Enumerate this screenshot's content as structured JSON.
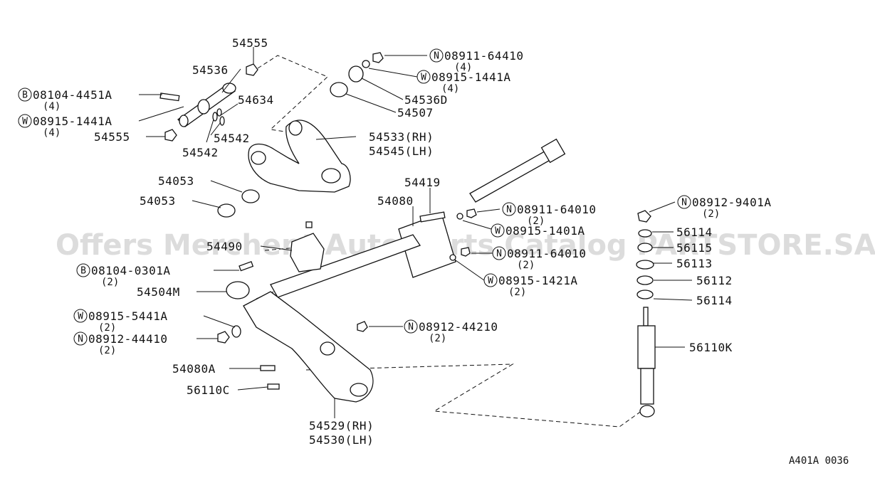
{
  "diagram": {
    "watermark": "Offers Merchent Auto Parts Catalog PARTSTORE.SA",
    "code": "A401A 0036",
    "labels": [
      {
        "id": "l1",
        "text": "54555"
      },
      {
        "id": "l2",
        "text": "54536"
      },
      {
        "id": "l3",
        "badge": "B",
        "text": "08104-4451A",
        "qty": "(4)"
      },
      {
        "id": "l4",
        "text": "54634"
      },
      {
        "id": "l5",
        "badge": "W",
        "text": "08915-1441A",
        "qty": "(4)"
      },
      {
        "id": "l6",
        "text": "54555"
      },
      {
        "id": "l7",
        "text": "54542"
      },
      {
        "id": "l8",
        "text": "54542"
      },
      {
        "id": "l9",
        "badge": "N",
        "text": "08911-64410",
        "qty": "(4)"
      },
      {
        "id": "l10",
        "badge": "W",
        "text": "08915-1441A",
        "qty": "(4)"
      },
      {
        "id": "l11",
        "text": "54536D"
      },
      {
        "id": "l12",
        "text": "54507"
      },
      {
        "id": "l13",
        "text": "54533(RH)"
      },
      {
        "id": "l14",
        "text": "54545(LH)"
      },
      {
        "id": "l15",
        "text": "54053"
      },
      {
        "id": "l16",
        "text": "54053"
      },
      {
        "id": "l17",
        "text": "54419"
      },
      {
        "id": "l18",
        "text": "54080"
      },
      {
        "id": "l19",
        "badge": "N",
        "text": "08911-64010",
        "qty": "(2)"
      },
      {
        "id": "l20",
        "badge": "W",
        "text": "08915-1401A"
      },
      {
        "id": "l21",
        "badge": "N",
        "text": "08911-64010",
        "qty": "(2)"
      },
      {
        "id": "l22",
        "badge": "W",
        "text": "08915-1421A",
        "qty": "(2)"
      },
      {
        "id": "l23",
        "text": "54490"
      },
      {
        "id": "l24",
        "badge": "B",
        "text": "08104-0301A",
        "qty": "(2)"
      },
      {
        "id": "l25",
        "text": "54504M"
      },
      {
        "id": "l26",
        "badge": "W",
        "text": "08915-5441A",
        "qty": "(2)"
      },
      {
        "id": "l27",
        "badge": "N",
        "text": "08912-44410",
        "qty": "(2)"
      },
      {
        "id": "l28",
        "badge": "N",
        "text": "08912-44210",
        "qty": "(2)"
      },
      {
        "id": "l29",
        "text": "54080A"
      },
      {
        "id": "l30",
        "text": "56110C"
      },
      {
        "id": "l31",
        "text": "54529(RH)"
      },
      {
        "id": "l32",
        "text": "54530(LH)"
      },
      {
        "id": "l33",
        "badge": "N",
        "text": "08912-9401A",
        "qty": "(2)"
      },
      {
        "id": "l34",
        "text": "56114"
      },
      {
        "id": "l35",
        "text": "56115"
      },
      {
        "id": "l36",
        "text": "56113"
      },
      {
        "id": "l37",
        "text": "56112"
      },
      {
        "id": "l38",
        "text": "56114"
      },
      {
        "id": "l39",
        "text": "56110K"
      }
    ]
  }
}
